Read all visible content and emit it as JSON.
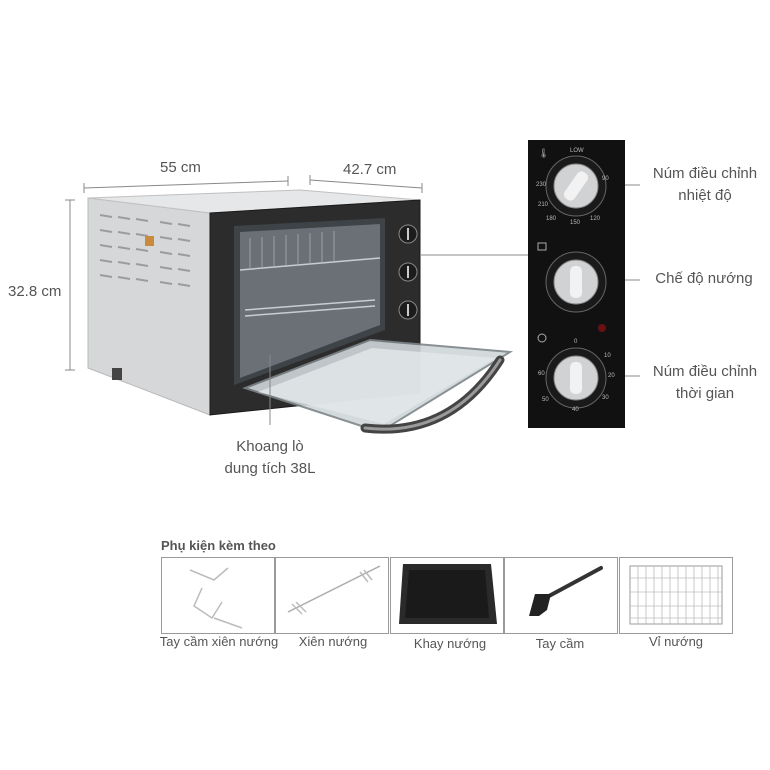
{
  "dimensions": {
    "width": "55 cm",
    "depth": "42.7 cm",
    "height": "32.8 cm"
  },
  "callouts": {
    "temperature_knob": "Núm điều chỉnh nhiệt độ",
    "cooking_mode": "Chế độ nướng",
    "timer_knob": "Núm điều chỉnh thời gian",
    "chamber_line1": "Khoang lò",
    "chamber_line2": "dung tích 38L"
  },
  "accessories": {
    "title": "Phụ kiện kèm theo",
    "items": [
      {
        "label": "Tay cầm xiên nướng",
        "icon": "skewer-handle-icon"
      },
      {
        "label": "Xiên nướng",
        "icon": "skewer-icon"
      },
      {
        "label": "Khay nướng",
        "icon": "baking-tray-icon"
      },
      {
        "label": "Tay cầm",
        "icon": "tray-handle-icon"
      },
      {
        "label": "Vỉ nướng",
        "icon": "grill-rack-icon"
      }
    ]
  },
  "control_panel": {
    "temp_marks": [
      "LOW",
      "90",
      "120",
      "150",
      "180",
      "210",
      "230"
    ],
    "timer_marks": [
      "0",
      "10",
      "20",
      "30",
      "40",
      "50",
      "60"
    ]
  },
  "colors": {
    "oven_body": "#d9dadc",
    "panel": "#111111",
    "text": "#555555"
  }
}
